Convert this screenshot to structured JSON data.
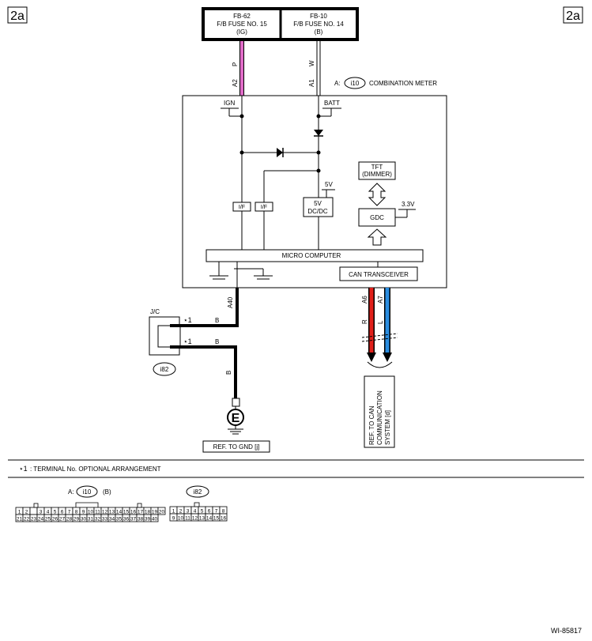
{
  "page_ref": "2a",
  "figure_code": "WI-85817",
  "fuses": {
    "left": {
      "line1": "FB-62",
      "line2": "F/B FUSE NO. 15",
      "line3": "(IG)"
    },
    "right": {
      "line1": "FB-10",
      "line2": "F/B FUSE NO. 14",
      "line3": "(B)"
    }
  },
  "wires": {
    "pink_color": "P",
    "pink_pin": "A2",
    "white_color": "W",
    "white_pin": "A1",
    "gnd_pin": "A40",
    "jc_wire1": "B",
    "jc_wire2": "B",
    "jc_wire3": "B",
    "can_r_pin": "A6",
    "can_l_pin": "A7",
    "can_r_color": "R",
    "can_l_color": "L",
    "colors": {
      "pink": "#e06cc7",
      "red": "#e0201a",
      "blue": "#2a8de0"
    }
  },
  "meter": {
    "prefix": "A:",
    "connector": "i10",
    "label": "COMBINATION METER",
    "ign": "IGN",
    "batt": "BATT",
    "if1": "I/F",
    "if2": "I/F",
    "v5": "5V",
    "dcdc_l1": "5V",
    "dcdc_l2": "DC/DC",
    "tft_l1": "TFT",
    "tft_l2": "(DIMMER)",
    "v33": "3.3V",
    "gdc": "GDC",
    "micro": "MICRO COMPUTER",
    "can": "CAN TRANSCEIVER"
  },
  "jc": {
    "label": "J/C",
    "connector": "i82",
    "mark1": "⋆1",
    "mark2": "⋆1"
  },
  "ground": {
    "symbol": "E",
    "ref": "REF. TO GND [j]"
  },
  "can_ref": {
    "l1": "REF. TO CAN",
    "l2": "COMMUNICATION",
    "l3": "SYSTEM [d]"
  },
  "note": {
    "mark": "⋆1",
    "text": ": TERMINAL No. OPTIONAL ARRANGEMENT"
  },
  "connectors": {
    "i10": {
      "prefix": "A:",
      "name": "i10",
      "suffix": "(B)",
      "row1": [
        "1",
        "2",
        "",
        "3",
        "4",
        "5",
        "6",
        "7",
        "8",
        "9",
        "10",
        "11",
        "12",
        "13",
        "14",
        "15",
        "16",
        "17",
        "18",
        "19",
        "20"
      ],
      "row2": [
        "21",
        "22",
        "23",
        "24",
        "25",
        "26",
        "27",
        "28",
        "29",
        "30",
        "31",
        "32",
        "33",
        "34",
        "35",
        "36",
        "37",
        "38",
        "39",
        "40"
      ]
    },
    "i82": {
      "name": "i82",
      "row1": [
        "1",
        "2",
        "3",
        "4",
        "5",
        "6",
        "7",
        "8"
      ],
      "row2": [
        "9",
        "10",
        "11",
        "12",
        "13",
        "14",
        "15",
        "16"
      ]
    }
  }
}
